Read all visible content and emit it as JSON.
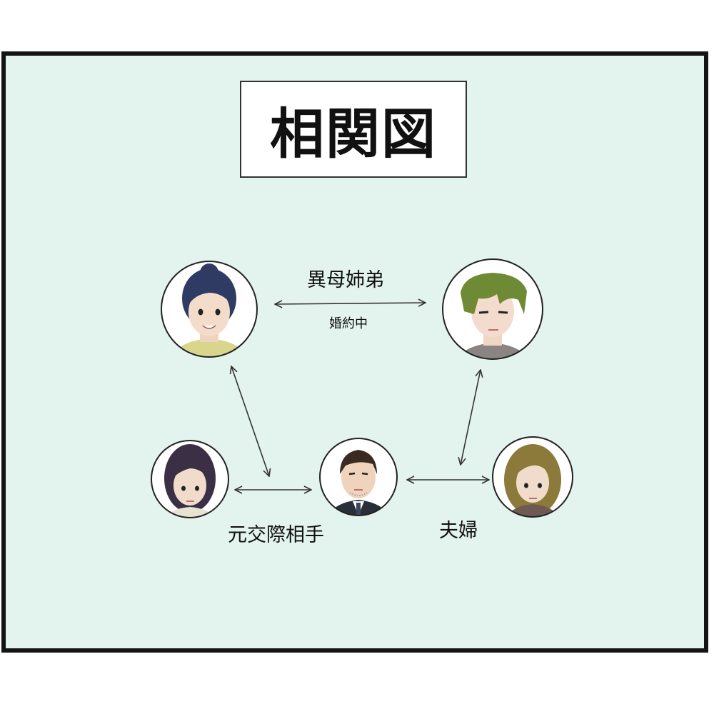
{
  "title": "相関図",
  "relations": {
    "half_siblings": "異母姉弟",
    "engaged": "婚約中",
    "ex_partner": "元交際相手",
    "married": "夫婦"
  },
  "colors": {
    "panel_bg": "#e3f3ee",
    "border": "#141414",
    "arrow": "#333333"
  },
  "people": [
    {
      "id": "woman-blue-hair",
      "hair": "#2f3b63",
      "shirt": "#d9d58a"
    },
    {
      "id": "man-green-hair",
      "hair": "#6f8a34",
      "shirt": "#8a8482"
    },
    {
      "id": "woman-dark-hair",
      "hair": "#3a2f44",
      "shirt": "#e8e3d0"
    },
    {
      "id": "man-suit",
      "hair": "#3a2a22",
      "shirt": "#2a2e38"
    },
    {
      "id": "woman-olive-hair",
      "hair": "#8b7a3a",
      "shirt": "#6e5a52"
    }
  ]
}
